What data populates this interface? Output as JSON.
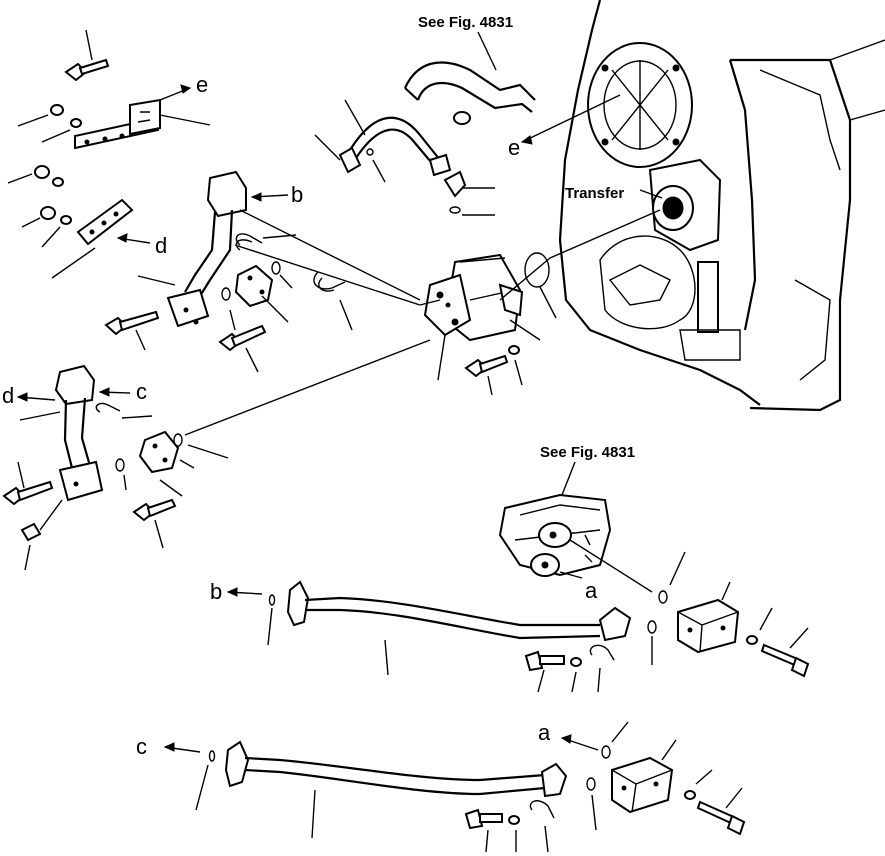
{
  "labels": {
    "see_fig_top": "See Fig. 4831",
    "see_fig_mid": "See Fig. 4831",
    "transfer": "Transfer",
    "ref_e_bracket": "e",
    "ref_e_transfer": "e",
    "ref_b_upper_pipe": "b",
    "ref_d_plate": "d",
    "ref_d_lower_pipe": "d",
    "ref_c_lower_pipe": "c",
    "ref_a_valve": "a",
    "ref_b_hose1": "b",
    "ref_c_hose2": "c",
    "ref_a_hose2": "a"
  }
}
